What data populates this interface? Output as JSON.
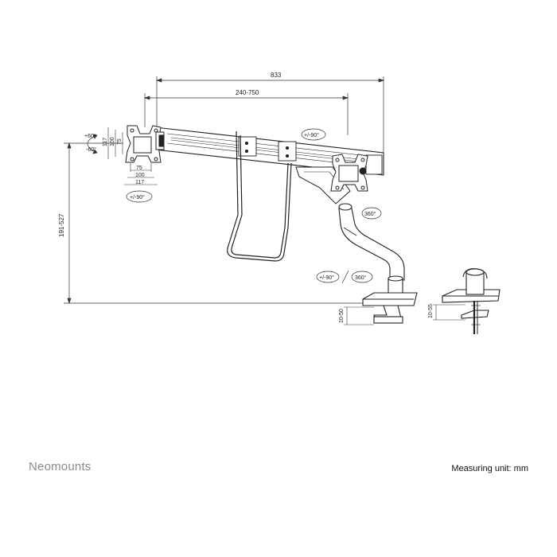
{
  "brand": "Neomounts",
  "measuring_unit": "Measuring unit: mm",
  "dimensions": {
    "overall_width": "833",
    "arm_span": "240-750",
    "height_range": "191-527",
    "vesa_outer": "117",
    "vesa_mid": "100",
    "vesa_inner": "75",
    "vesa_h_inner": "75",
    "vesa_h_mid": "100",
    "vesa_h_outer": "117",
    "desk_clamp": "10-50",
    "desk_grommet": "10-55"
  },
  "adjustments": {
    "tilt_up": "+60°",
    "tilt_down": "-60°",
    "rotate_left_screen": "+/-90°",
    "rotate_right_screen": "+/-90°",
    "swivel_arm": "360°",
    "swivel_base_limited": "+/-90°",
    "swivel_base_full": "360°"
  }
}
